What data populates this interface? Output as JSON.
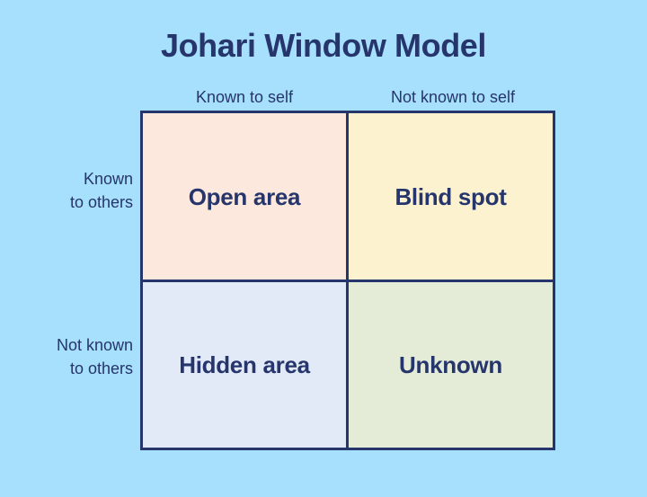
{
  "diagram": {
    "title": "Johari Window Model",
    "background_color": "#a6e0fc",
    "ink_color": "#26356b",
    "border_color": "#26356b",
    "column_headers": [
      {
        "label": "Known to self"
      },
      {
        "label": "Not known to self"
      }
    ],
    "row_headers": [
      {
        "line1": "Known",
        "line2": "to others"
      },
      {
        "line1": "Not known",
        "line2": "to others"
      }
    ],
    "quadrants": [
      {
        "label": "Open area",
        "row": "Known to others",
        "column": "Known to self",
        "fill_color": "#fce8dc"
      },
      {
        "label": "Blind spot",
        "row": "Known to others",
        "column": "Not known to self",
        "fill_color": "#fdf2cf"
      },
      {
        "label": "Hidden area",
        "row": "Not known to others",
        "column": "Known to self",
        "fill_color": "#e2eaf7"
      },
      {
        "label": "Unknown",
        "row": "Not known to others",
        "column": "Not known to self",
        "fill_color": "#e4ecd8"
      }
    ]
  }
}
